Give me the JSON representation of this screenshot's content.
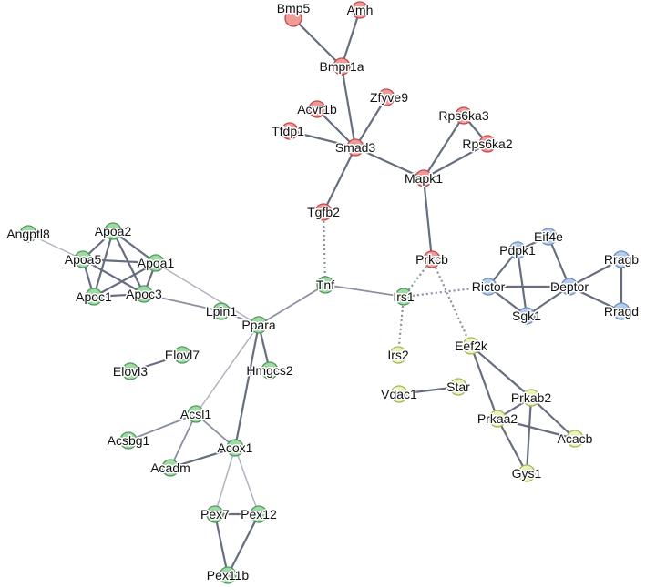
{
  "colors": {
    "red": {
      "fill": "#f19a9a",
      "stroke": "#c24a4a"
    },
    "green": {
      "fill": "#9fd9a6",
      "stroke": "#4f9a5c"
    },
    "blue": {
      "fill": "#b4ccee",
      "stroke": "#6f8fbf"
    },
    "yellow": {
      "fill": "#eaf2b8",
      "stroke": "#a9b35c"
    },
    "edge_strong": "#666e80",
    "edge_medium": "#8a90a0",
    "edge_weak": "#b0b4c0"
  },
  "nodes": [
    {
      "id": "Bmp5",
      "label": "Bmp5",
      "cluster": "red"
    },
    {
      "id": "Amh",
      "label": "Amh",
      "cluster": "red"
    },
    {
      "id": "Bmpr1a",
      "label": "Bmpr1a",
      "cluster": "red"
    },
    {
      "id": "Acvr1b",
      "label": "Acvr1b",
      "cluster": "red"
    },
    {
      "id": "Zfyve9",
      "label": "Zfyve9",
      "cluster": "red"
    },
    {
      "id": "Tfdp1",
      "label": "Tfdp1",
      "cluster": "red"
    },
    {
      "id": "Smad3",
      "label": "Smad3",
      "cluster": "red"
    },
    {
      "id": "Rps6ka3",
      "label": "Rps6ka3",
      "cluster": "red"
    },
    {
      "id": "Rps6ka2",
      "label": "Rps6ka2",
      "cluster": "red"
    },
    {
      "id": "Mapk1",
      "label": "Mapk1",
      "cluster": "red"
    },
    {
      "id": "Tgfb2",
      "label": "Tgfb2",
      "cluster": "red"
    },
    {
      "id": "Prkcb",
      "label": "Prkcb",
      "cluster": "red"
    },
    {
      "id": "Angptl8",
      "label": "Angptl8",
      "cluster": "green"
    },
    {
      "id": "Apoa2",
      "label": "Apoa2",
      "cluster": "green"
    },
    {
      "id": "Apoa5",
      "label": "Apoa5",
      "cluster": "green"
    },
    {
      "id": "Apoa1",
      "label": "Apoa1",
      "cluster": "green"
    },
    {
      "id": "Apoc1",
      "label": "Apoc1",
      "cluster": "green"
    },
    {
      "id": "Apoc3",
      "label": "Apoc3",
      "cluster": "green"
    },
    {
      "id": "Lpin1",
      "label": "Lpin1",
      "cluster": "green"
    },
    {
      "id": "Ppara",
      "label": "Ppara",
      "cluster": "green"
    },
    {
      "id": "Tnf",
      "label": "Tnf",
      "cluster": "green"
    },
    {
      "id": "Irs1",
      "label": "Irs1",
      "cluster": "green"
    },
    {
      "id": "Elovl7",
      "label": "Elovl7",
      "cluster": "green"
    },
    {
      "id": "Elovl3",
      "label": "Elovl3",
      "cluster": "green"
    },
    {
      "id": "Hmgcs2",
      "label": "Hmgcs2",
      "cluster": "green"
    },
    {
      "id": "Acsl1",
      "label": "Acsl1",
      "cluster": "green"
    },
    {
      "id": "Acsbg1",
      "label": "Acsbg1",
      "cluster": "green"
    },
    {
      "id": "Acox1",
      "label": "Acox1",
      "cluster": "green"
    },
    {
      "id": "Acadm",
      "label": "Acadm",
      "cluster": "green"
    },
    {
      "id": "Pex7",
      "label": "Pex7",
      "cluster": "green"
    },
    {
      "id": "Pex12",
      "label": "Pex12",
      "cluster": "green"
    },
    {
      "id": "Pex11b",
      "label": "Pex11b",
      "cluster": "green"
    },
    {
      "id": "Eif4e",
      "label": "Eif4e",
      "cluster": "blue"
    },
    {
      "id": "Pdpk1",
      "label": "Pdpk1",
      "cluster": "blue"
    },
    {
      "id": "Rragb",
      "label": "Rragb",
      "cluster": "blue"
    },
    {
      "id": "Rictor",
      "label": "Rictor",
      "cluster": "blue"
    },
    {
      "id": "Deptor",
      "label": "Deptor",
      "cluster": "blue"
    },
    {
      "id": "Sgk1",
      "label": "Sgk1",
      "cluster": "blue"
    },
    {
      "id": "Rragd",
      "label": "Rragd",
      "cluster": "blue"
    },
    {
      "id": "Irs2",
      "label": "Irs2",
      "cluster": "yellow"
    },
    {
      "id": "Eef2k",
      "label": "Eef2k",
      "cluster": "yellow"
    },
    {
      "id": "Vdac1",
      "label": "Vdac1",
      "cluster": "yellow"
    },
    {
      "id": "Star",
      "label": "Star",
      "cluster": "yellow"
    },
    {
      "id": "Prkab2",
      "label": "Prkab2",
      "cluster": "yellow"
    },
    {
      "id": "Prkaa2",
      "label": "Prkaa2",
      "cluster": "yellow"
    },
    {
      "id": "Acacb",
      "label": "Acacb",
      "cluster": "yellow"
    },
    {
      "id": "Gys1",
      "label": "Gys1",
      "cluster": "yellow"
    }
  ],
  "edges": [
    {
      "source": "Bmp5",
      "target": "Bmpr1a",
      "style": "strong"
    },
    {
      "source": "Amh",
      "target": "Bmpr1a",
      "style": "strong"
    },
    {
      "source": "Bmpr1a",
      "target": "Smad3",
      "style": "strong"
    },
    {
      "source": "Acvr1b",
      "target": "Smad3",
      "style": "strong"
    },
    {
      "source": "Zfyve9",
      "target": "Smad3",
      "style": "strong"
    },
    {
      "source": "Tfdp1",
      "target": "Smad3",
      "style": "strong"
    },
    {
      "source": "Smad3",
      "target": "Mapk1",
      "style": "strong"
    },
    {
      "source": "Smad3",
      "target": "Tgfb2",
      "style": "strong"
    },
    {
      "source": "Rps6ka3",
      "target": "Mapk1",
      "style": "strong"
    },
    {
      "source": "Rps6ka3",
      "target": "Rps6ka2",
      "style": "strong"
    },
    {
      "source": "Rps6ka2",
      "target": "Mapk1",
      "style": "strong"
    },
    {
      "source": "Mapk1",
      "target": "Prkcb",
      "style": "strong"
    },
    {
      "source": "Tgfb2",
      "target": "Tnf",
      "style": "dotted"
    },
    {
      "source": "Tnf",
      "target": "Ppara",
      "style": "medium"
    },
    {
      "source": "Tnf",
      "target": "Irs1",
      "style": "medium"
    },
    {
      "source": "Prkcb",
      "target": "Irs1",
      "style": "dotted"
    },
    {
      "source": "Prkcb",
      "target": "Eef2k",
      "style": "dotted"
    },
    {
      "source": "Irs1",
      "target": "Irs2",
      "style": "dotted"
    },
    {
      "source": "Irs1",
      "target": "Rictor",
      "style": "dotted"
    },
    {
      "source": "Angptl8",
      "target": "Apoa5",
      "style": "weak"
    },
    {
      "source": "Apoa2",
      "target": "Apoa5",
      "style": "strong"
    },
    {
      "source": "Apoa2",
      "target": "Apoa1",
      "style": "strong"
    },
    {
      "source": "Apoa2",
      "target": "Apoc1",
      "style": "strong"
    },
    {
      "source": "Apoa2",
      "target": "Apoc3",
      "style": "strong"
    },
    {
      "source": "Apoa5",
      "target": "Apoa1",
      "style": "strong"
    },
    {
      "source": "Apoa5",
      "target": "Apoc1",
      "style": "strong"
    },
    {
      "source": "Apoa5",
      "target": "Apoc3",
      "style": "strong"
    },
    {
      "source": "Apoa1",
      "target": "Apoc1",
      "style": "strong"
    },
    {
      "source": "Apoa1",
      "target": "Apoc3",
      "style": "strong"
    },
    {
      "source": "Apoc1",
      "target": "Apoc3",
      "style": "strong"
    },
    {
      "source": "Apoa1",
      "target": "Ppara",
      "style": "weak"
    },
    {
      "source": "Apoc3",
      "target": "Lpin1",
      "style": "medium"
    },
    {
      "source": "Lpin1",
      "target": "Ppara",
      "style": "medium"
    },
    {
      "source": "Ppara",
      "target": "Hmgcs2",
      "style": "strong"
    },
    {
      "source": "Ppara",
      "target": "Acsl1",
      "style": "weak"
    },
    {
      "source": "Ppara",
      "target": "Acox1",
      "style": "strong"
    },
    {
      "source": "Acsl1",
      "target": "Acsbg1",
      "style": "medium"
    },
    {
      "source": "Acsl1",
      "target": "Acadm",
      "style": "medium"
    },
    {
      "source": "Acsl1",
      "target": "Acox1",
      "style": "medium"
    },
    {
      "source": "Acox1",
      "target": "Acadm",
      "style": "strong"
    },
    {
      "source": "Acox1",
      "target": "Pex7",
      "style": "weak"
    },
    {
      "source": "Acox1",
      "target": "Pex12",
      "style": "weak"
    },
    {
      "source": "Pex7",
      "target": "Pex12",
      "style": "strong"
    },
    {
      "source": "Pex7",
      "target": "Pex11b",
      "style": "strong"
    },
    {
      "source": "Pex12",
      "target": "Pex11b",
      "style": "strong"
    },
    {
      "source": "Eif4e",
      "target": "Pdpk1",
      "style": "strong"
    },
    {
      "source": "Eif4e",
      "target": "Deptor",
      "style": "strong"
    },
    {
      "source": "Pdpk1",
      "target": "Rictor",
      "style": "strong"
    },
    {
      "source": "Pdpk1",
      "target": "Sgk1",
      "style": "strong"
    },
    {
      "source": "Rictor",
      "target": "Deptor",
      "style": "strong"
    },
    {
      "source": "Rictor",
      "target": "Sgk1",
      "style": "strong"
    },
    {
      "source": "Deptor",
      "target": "Sgk1",
      "style": "strong"
    },
    {
      "source": "Deptor",
      "target": "Rragb",
      "style": "strong"
    },
    {
      "source": "Deptor",
      "target": "Rragd",
      "style": "strong"
    },
    {
      "source": "Rragb",
      "target": "Rragd",
      "style": "strong"
    },
    {
      "source": "Vdac1",
      "target": "Star",
      "style": "strong"
    },
    {
      "source": "Eef2k",
      "target": "Prkab2",
      "style": "strong"
    },
    {
      "source": "Eef2k",
      "target": "Prkaa2",
      "style": "strong"
    },
    {
      "source": "Prkab2",
      "target": "Prkaa2",
      "style": "strong"
    },
    {
      "source": "Prkab2",
      "target": "Acacb",
      "style": "strong"
    },
    {
      "source": "Prkab2",
      "target": "Gys1",
      "style": "strong"
    },
    {
      "source": "Prkaa2",
      "target": "Acacb",
      "style": "strong"
    },
    {
      "source": "Prkaa2",
      "target": "Gys1",
      "style": "strong"
    },
    {
      "source": "Elovl7",
      "target": "Elovl3",
      "style": "strong"
    }
  ]
}
